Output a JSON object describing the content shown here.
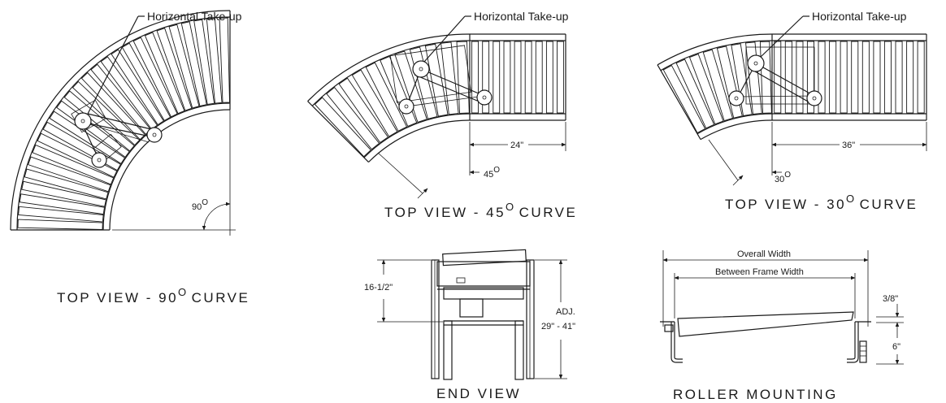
{
  "views": {
    "curve90": {
      "title_a": "TOP VIEW - 90",
      "title_deg": "O",
      "title_b": "CURVE",
      "callout": "Horizontal Take-up",
      "angle": "90",
      "angle_deg": "O"
    },
    "curve45": {
      "title_a": "TOP VIEW - 45",
      "title_deg": "O",
      "title_b": "CURVE",
      "callout": "Horizontal Take-up",
      "dim_straight": "24\"",
      "dim_angle": "45",
      "dim_angle_deg": "O"
    },
    "curve30": {
      "title_a": "TOP VIEW - 30",
      "title_deg": "O",
      "title_b": "CURVE",
      "callout": "Horizontal Take-up",
      "dim_straight": "36\"",
      "dim_angle": "30",
      "dim_angle_deg": "O"
    },
    "end_view": {
      "title": "END VIEW",
      "dim_height": "16-1/2\"",
      "dim_adj_1": "ADJ.",
      "dim_adj_2": "29\" - 41\""
    },
    "roller_mounting": {
      "title": "ROLLER MOUNTING",
      "overall_width": "Overall Width",
      "between_frame_width": "Between Frame Width",
      "dim_top": "3/8\"",
      "dim_bottom": "6\""
    }
  }
}
